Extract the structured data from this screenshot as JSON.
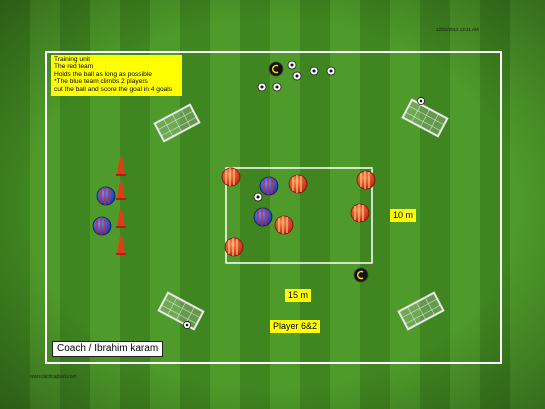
{
  "header": {
    "timestamp": "12/21/2012 12:31 AM"
  },
  "notes": {
    "lines": [
      "Training unit",
      "The red team",
      "Holds the ball as long as possible",
      "*The blue team climbs 2 players",
      "cut the ball and score the goal in 4 goals"
    ]
  },
  "labels": {
    "dist_10": "10 m",
    "dist_15": "15 m",
    "players": "Player 6&2",
    "coach": "Coach / Ibrahim karam"
  },
  "footer": {
    "watermark": "www.tacticalpad.com"
  },
  "colors": {
    "grass_light": "#4e9a2a",
    "grass_dark": "#3f8520",
    "red_team": "#e0301e",
    "blue_team": "#1f3fbf",
    "note_bg": "#ffff00"
  },
  "icons": {
    "ball": "soccer-ball-icon",
    "cone": "cone-icon",
    "coach": "coach-marker-icon",
    "goal": "mini-goal-icon"
  }
}
